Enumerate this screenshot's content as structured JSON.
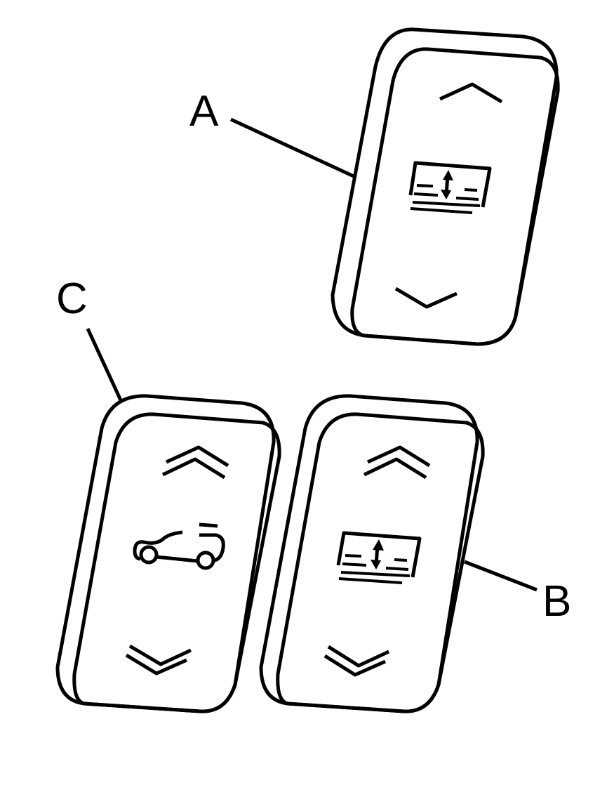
{
  "diagram": {
    "labels": {
      "a": "A",
      "b": "B",
      "c": "C"
    },
    "switches": [
      {
        "id": "A",
        "function": "window",
        "top_symbol": "single-chevron-up",
        "center_icon": "window-up-down-icon",
        "bottom_symbol": "single-chevron-down"
      },
      {
        "id": "B",
        "function": "window-express",
        "top_symbol": "double-chevron-up",
        "center_icon": "window-up-down-icon",
        "bottom_symbol": "double-chevron-down"
      },
      {
        "id": "C",
        "function": "liftgate-glass",
        "top_symbol": "double-chevron-up",
        "center_icon": "vehicle-liftgate-icon",
        "bottom_symbol": "double-chevron-down"
      }
    ],
    "colors": {
      "line": "#000000",
      "background": "#ffffff"
    }
  }
}
